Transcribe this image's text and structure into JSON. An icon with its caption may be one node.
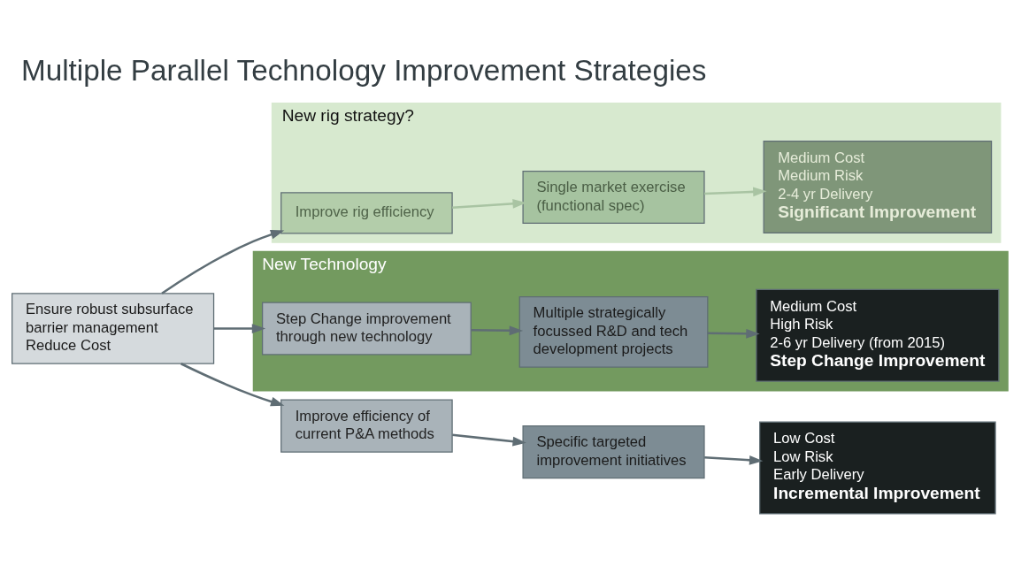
{
  "diagram": {
    "title": "Multiple Parallel Technology Improvement Strategies",
    "nodes": [
      {
        "text": [
          "Ensure robust subsurface barrier management",
          "Reduce Cost"
        ]
      },
      {
        "text": [
          "Improve efficiency of current P&A methods"
        ]
      },
      {
        "text": [
          "Specific targeted improvement initiatives"
        ]
      },
      {
        "text": [
          "Low Cost",
          "Low Risk",
          "Early Delivery",
          "Incremental Improvement"
        ]
      },
      {
        "text": [
          "New rig strategy?"
        ]
      },
      {
        "text": [
          "Improve rig efficiency"
        ],
        "in": 4
      },
      {
        "text": [
          "Single market exercise (functional spec)"
        ],
        "in": 4
      },
      {
        "text": [
          "Medium Cost",
          "Medium Risk",
          "2-4 yr Delivery",
          "Significant Improvement"
        ],
        "in": 4
      },
      {
        "text": [
          "New Technology"
        ]
      },
      {
        "text": [
          "Step Change improvement through new technology"
        ],
        "in": 8
      },
      {
        "text": [
          "Multiple strategically focussed R&D and tech development projects"
        ],
        "in": 8
      },
      {
        "text": [
          "Medium Cost",
          "High Risk",
          "2-6 yr Delivery (from 2015)",
          "Step Change Improvement"
        ],
        "in": 8
      }
    ],
    "edges": [
      {
        "from": 0,
        "to": 1,
        "arrow": "to"
      },
      {
        "from": 1,
        "to": 2,
        "arrow": "to"
      },
      {
        "from": 2,
        "to": 3,
        "arrow": "to"
      },
      {
        "from": 0,
        "to": 5,
        "arrow": "to"
      },
      {
        "from": 5,
        "to": 6,
        "arrow": "to",
        "color": "#a9c4a3"
      },
      {
        "from": 6,
        "to": 7,
        "arrow": "to",
        "color": "#a9c4a3"
      },
      {
        "from": 0,
        "to": 9,
        "arrow": "to"
      },
      {
        "from": 9,
        "to": 10,
        "arrow": "to"
      },
      {
        "from": 10,
        "to": 11,
        "arrow": "to"
      }
    ]
  }
}
